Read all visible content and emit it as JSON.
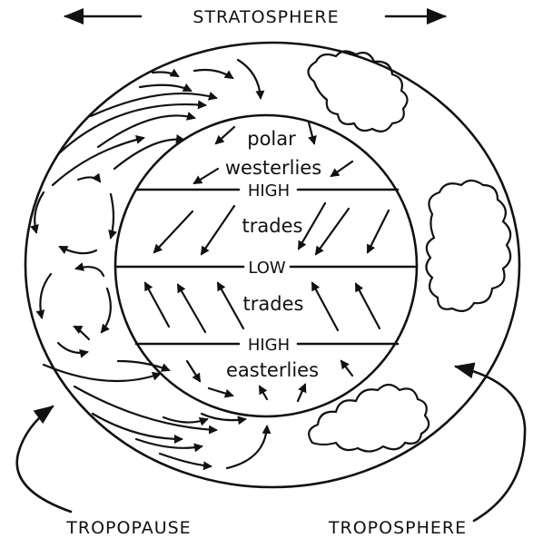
{
  "labels": {
    "stratosphere": "STRATOSPHERE",
    "tropopause": "TROPOPAUSE",
    "troposphere": "TROPOSPHERE",
    "polar": "polar",
    "westerlies": "westerlies",
    "high_top": "HIGH",
    "trades_top": "trades",
    "low": "LOW",
    "trades_bottom": "trades",
    "high_bottom": "HIGH",
    "easterlies": "easterlies"
  },
  "icons": {
    "cloud": "cloud-icon",
    "arrow": "arrow-icon"
  },
  "colors": {
    "ink": "#111111",
    "paper": "#ffffff"
  }
}
